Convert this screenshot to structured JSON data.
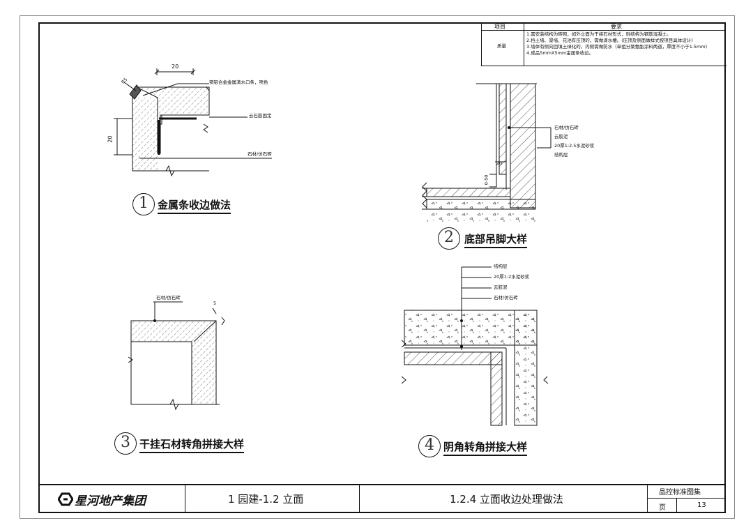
{
  "requirements_table": {
    "header_item": "项目",
    "header_req": "要求",
    "row_item": "质量",
    "lines": [
      "1.需安装结构为砖砌，如外立面为干挂石材形式，则结构为钢筋混凝土。",
      "2.挡土墙、景墙、花池有压顶的，需做滴水槽。(压顶及侧面做样式按项目具体设计)",
      "3.墙体有侧向回填土绿化的，内侧需做防水（单组分聚氨酯涂料两道，厚度不小于1.5mm）",
      "4.成品5mmX5mm金属条收边。"
    ]
  },
  "detail1": {
    "dim_top": "20",
    "dim_left": "20",
    "dim_r": "R5",
    "note_metal": "铜铝合金金属滴水口条，喷色",
    "note_stone_glue": "云石胶固定",
    "note_stone": "石材/仿石砖",
    "caption_num": "1",
    "caption": "金属条收边做法"
  },
  "detail2": {
    "note_1": "石材/仿石砖",
    "note_2": "云胶泥",
    "note_3": "20厚1:2.5水泥砂浆",
    "note_4": "结构层",
    "dim_20": "20",
    "dim_0_50": "0-50",
    "caption_num": "2",
    "caption": "底部吊脚大样"
  },
  "detail3": {
    "note_stone": "石材/仿石砖",
    "dim_5": "5",
    "caption_num": "3",
    "caption": "干挂石材转角拼接大样"
  },
  "detail4": {
    "note_1": "结构层",
    "note_2": "20厚1:2水泥砂浆",
    "note_3": "云胶泥",
    "note_4": "石材/仿石砖",
    "caption_num": "4",
    "caption": "阴角转角拼接大样"
  },
  "title_block": {
    "logo_text": "星河地产集团",
    "section": "1 园建-1.2 立面",
    "drawing_title": "1.2.4 立面收边处理做法",
    "set_name": "品控标准图集",
    "page_label": "页",
    "page_number": "13"
  }
}
